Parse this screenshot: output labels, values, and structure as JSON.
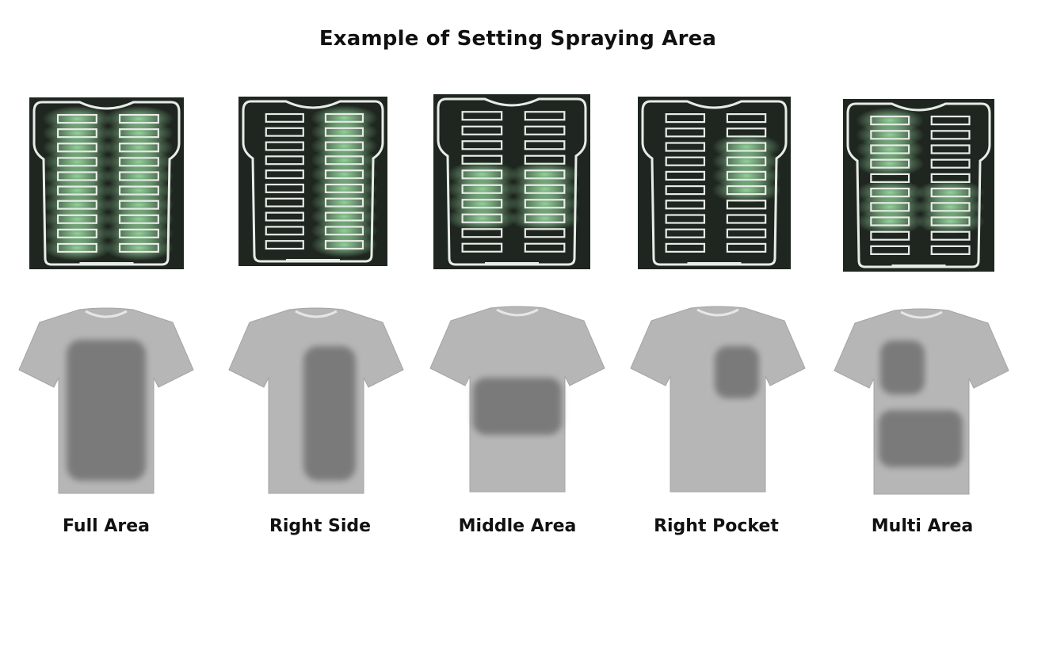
{
  "title": "Example of Setting Spraying Area",
  "colors": {
    "panel_bg": "#1f2620",
    "panel_line": "#e8ece8",
    "led_glow": "#a8f0b0",
    "shirt_fill": "#b6b6b6",
    "spray_fill": "#7a7a7a",
    "text": "#111111"
  },
  "examples": [
    {
      "label": "Full Area",
      "lit": {
        "left": [
          0,
          1,
          2,
          3,
          4,
          5,
          6,
          7,
          8,
          9
        ],
        "right": [
          0,
          1,
          2,
          3,
          4,
          5,
          6,
          7,
          8,
          9
        ]
      }
    },
    {
      "label": "Right Side",
      "lit": {
        "left": [],
        "right": [
          0,
          1,
          2,
          3,
          4,
          5,
          6,
          7,
          8,
          9
        ]
      }
    },
    {
      "label": "Middle Area",
      "lit": {
        "left": [
          4,
          5,
          6,
          7
        ],
        "right": [
          4,
          5,
          6,
          7
        ]
      }
    },
    {
      "label": "Right Pocket",
      "lit": {
        "left": [],
        "right": [
          2,
          3,
          4,
          5
        ]
      }
    },
    {
      "label": "Multi Area",
      "lit": {
        "left": [
          0,
          1,
          2,
          3,
          5,
          6,
          7
        ],
        "right": [
          5,
          6,
          7
        ]
      }
    }
  ]
}
